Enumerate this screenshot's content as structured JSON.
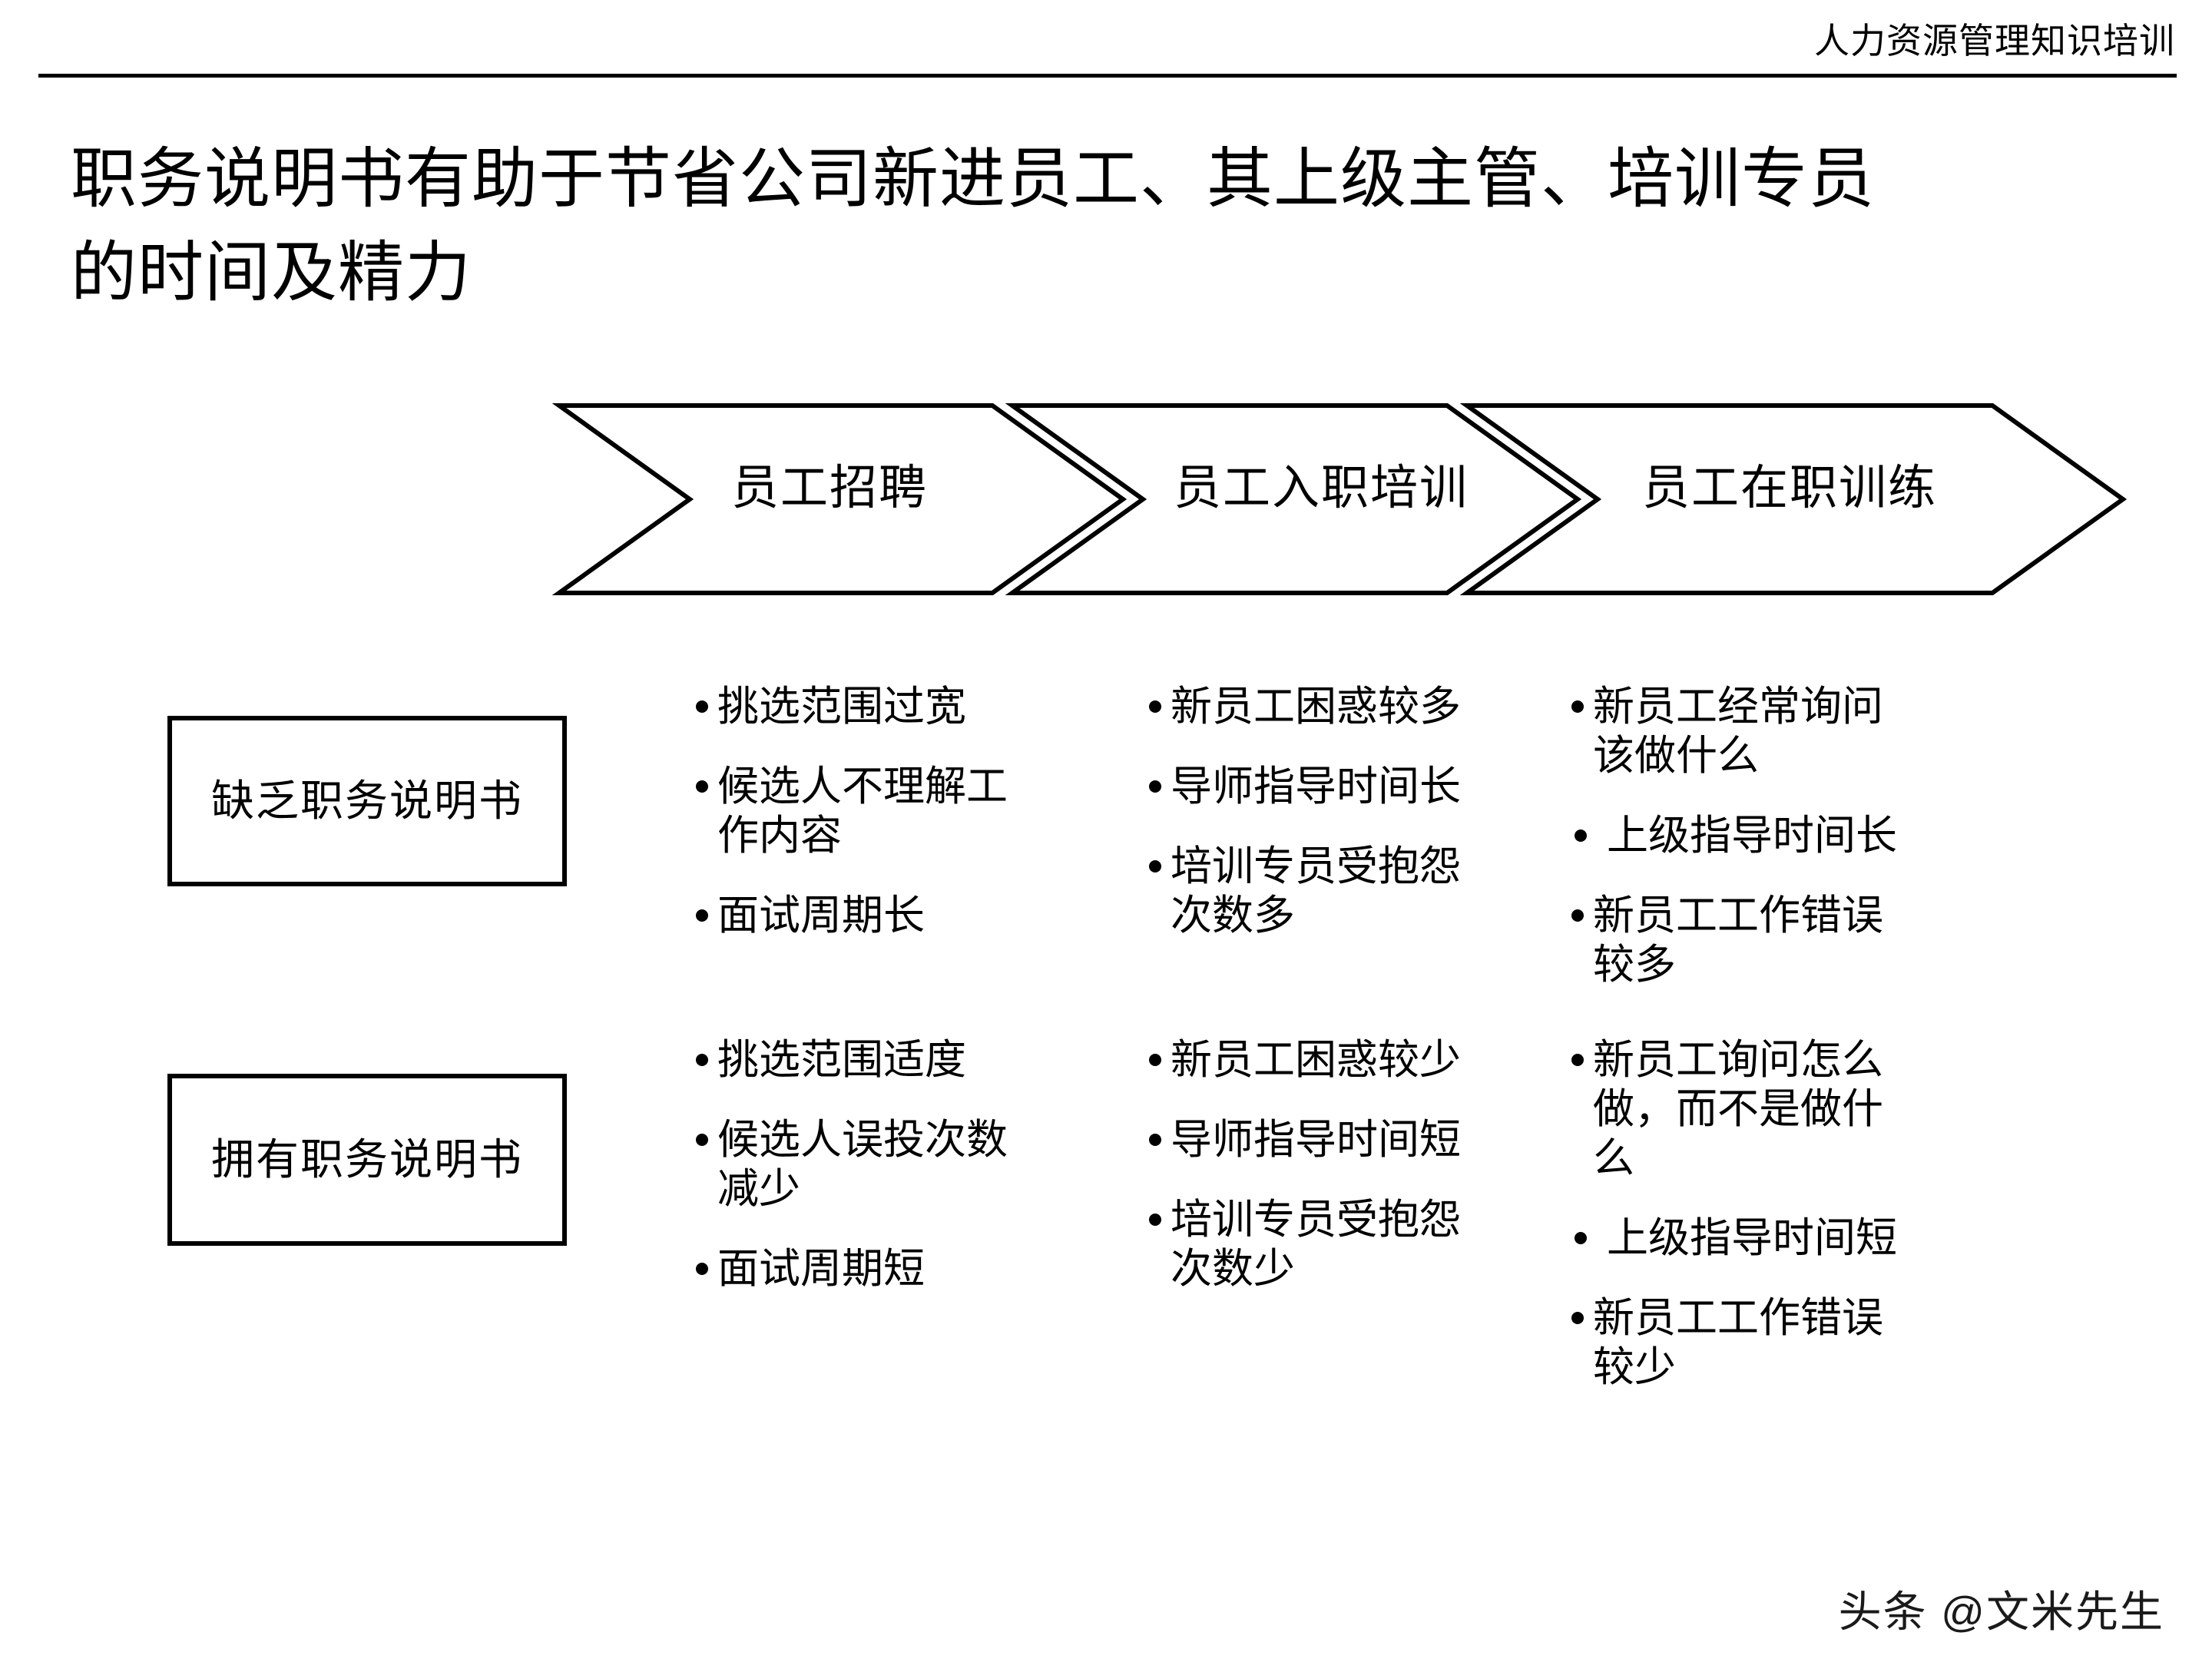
{
  "header": {
    "title": "人力资源管理知识培训"
  },
  "title": {
    "line1": "职务说明书有助于节省公司新进员工、其上级主管、培训专员",
    "line2": "的时间及精力"
  },
  "process": {
    "steps": [
      {
        "label": "员工招聘"
      },
      {
        "label": "员工入职培训"
      },
      {
        "label": "员工在职训练"
      }
    ]
  },
  "rows": {
    "lack": {
      "box_label": "缺乏职务说明书",
      "columns": [
        {
          "step": "员工招聘",
          "bullets": [
            "挑选范围过宽",
            "候选人不理解工作内容",
            "面试周期长"
          ]
        },
        {
          "step": "员工入职培训",
          "bullets": [
            "新员工困惑较多",
            "导师指导时间长",
            "培训专员受抱怨次数多"
          ]
        },
        {
          "step": "员工在职训练",
          "bullets": [
            "新员工经常询问该做什么",
            "上级指导时间长",
            "新员工工作错误较多"
          ]
        }
      ]
    },
    "have": {
      "box_label": "拥有职务说明书",
      "columns": [
        {
          "step": "员工招聘",
          "bullets": [
            "挑选范围适度",
            "候选人误投次数减少",
            "面试周期短"
          ]
        },
        {
          "step": "员工入职培训",
          "bullets": [
            "新员工困惑较少",
            "导师指导时间短",
            "培训专员受抱怨次数少"
          ]
        },
        {
          "step": "员工在职训练",
          "bullets": [
            "新员工询问怎么做，而不是做什么",
            "上级指导时间短",
            "新员工工作错误较少"
          ]
        }
      ]
    }
  },
  "watermark": {
    "text": "头条 @文米先生"
  },
  "colors": {
    "background": "#ffffff",
    "foreground": "#000000"
  }
}
